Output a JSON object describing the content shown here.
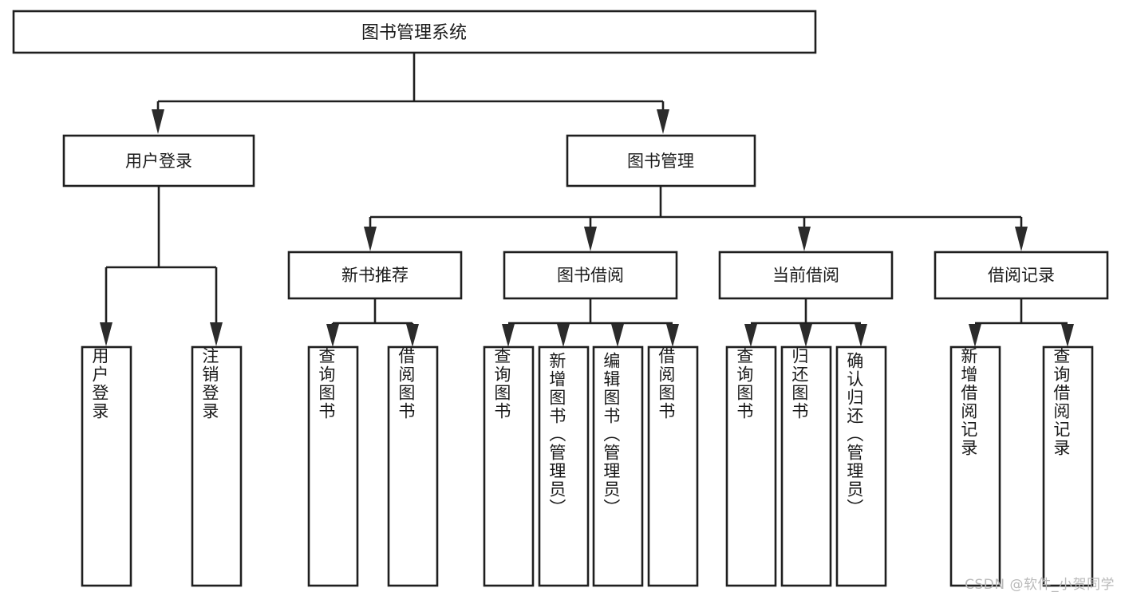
{
  "diagram": {
    "type": "hierarchy-tree",
    "title": "图书管理系统",
    "root": {
      "label": "图书管理系统",
      "level": 1
    },
    "level2": [
      {
        "label": "用户登录"
      },
      {
        "label": "图书管理"
      }
    ],
    "level3": [
      {
        "label": "新书推荐",
        "parent": "图书管理"
      },
      {
        "label": "图书借阅",
        "parent": "图书管理"
      },
      {
        "label": "当前借阅",
        "parent": "图书管理"
      },
      {
        "label": "借阅记录",
        "parent": "图书管理"
      }
    ],
    "leaves": {
      "用户登录": [
        "用户登录",
        "注销登录"
      ],
      "新书推荐": [
        "查询图书",
        "借阅图书"
      ],
      "图书借阅": [
        "查询图书",
        "新增图书（管理员）",
        "编辑图书（管理员）",
        "借阅图书"
      ],
      "当前借阅": [
        "查询图书",
        "归还图书",
        "确认归还（管理员）"
      ],
      "借阅记录": [
        "新增借阅记录",
        "查询借阅记录"
      ]
    },
    "colors": {
      "stroke": "#1f1f1f",
      "fill": "#ffffff",
      "text": "#1a1a1a",
      "watermark": "#b9b9b9"
    }
  },
  "watermark": {
    "text": "CSDN @软件_小贺同学"
  }
}
